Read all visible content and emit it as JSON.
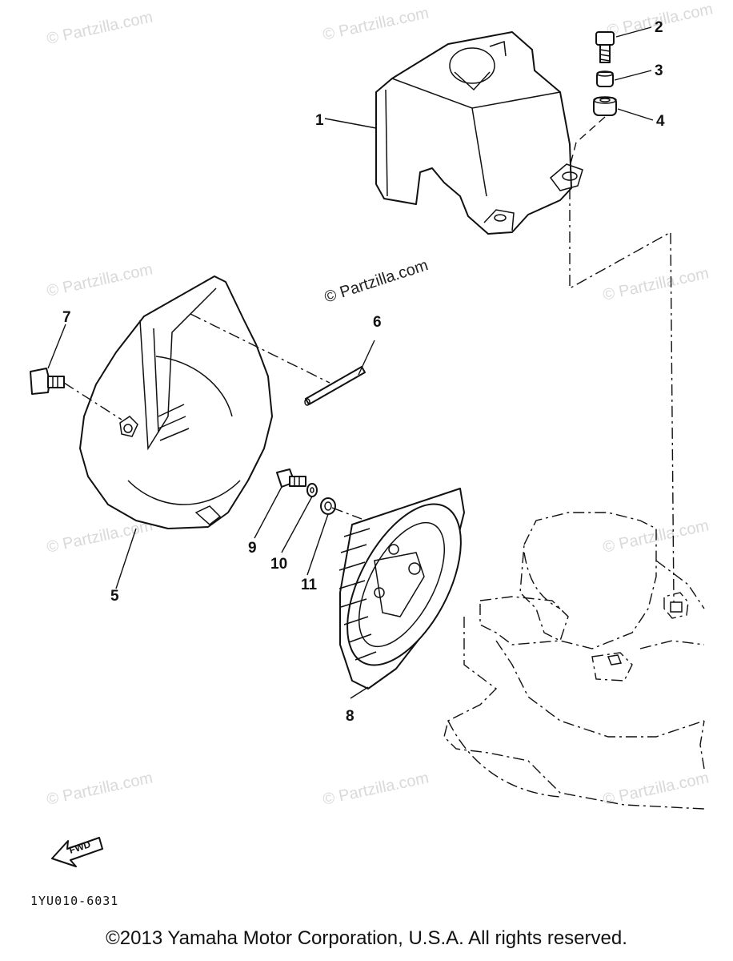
{
  "watermarks": {
    "faint": "© Partzilla.com",
    "main": "© Partzilla.com"
  },
  "callouts": {
    "p1": "1",
    "p2": "2",
    "p3": "3",
    "p4": "4",
    "p5": "5",
    "p6": "6",
    "p7": "7",
    "p8": "8",
    "p9": "9",
    "p10": "10",
    "p11": "11"
  },
  "direction_label": "FWD",
  "diagram_code": "1YU010-6031",
  "copyright": "©2013 Yamaha Motor Corporation, U.S.A. All rights reserved."
}
